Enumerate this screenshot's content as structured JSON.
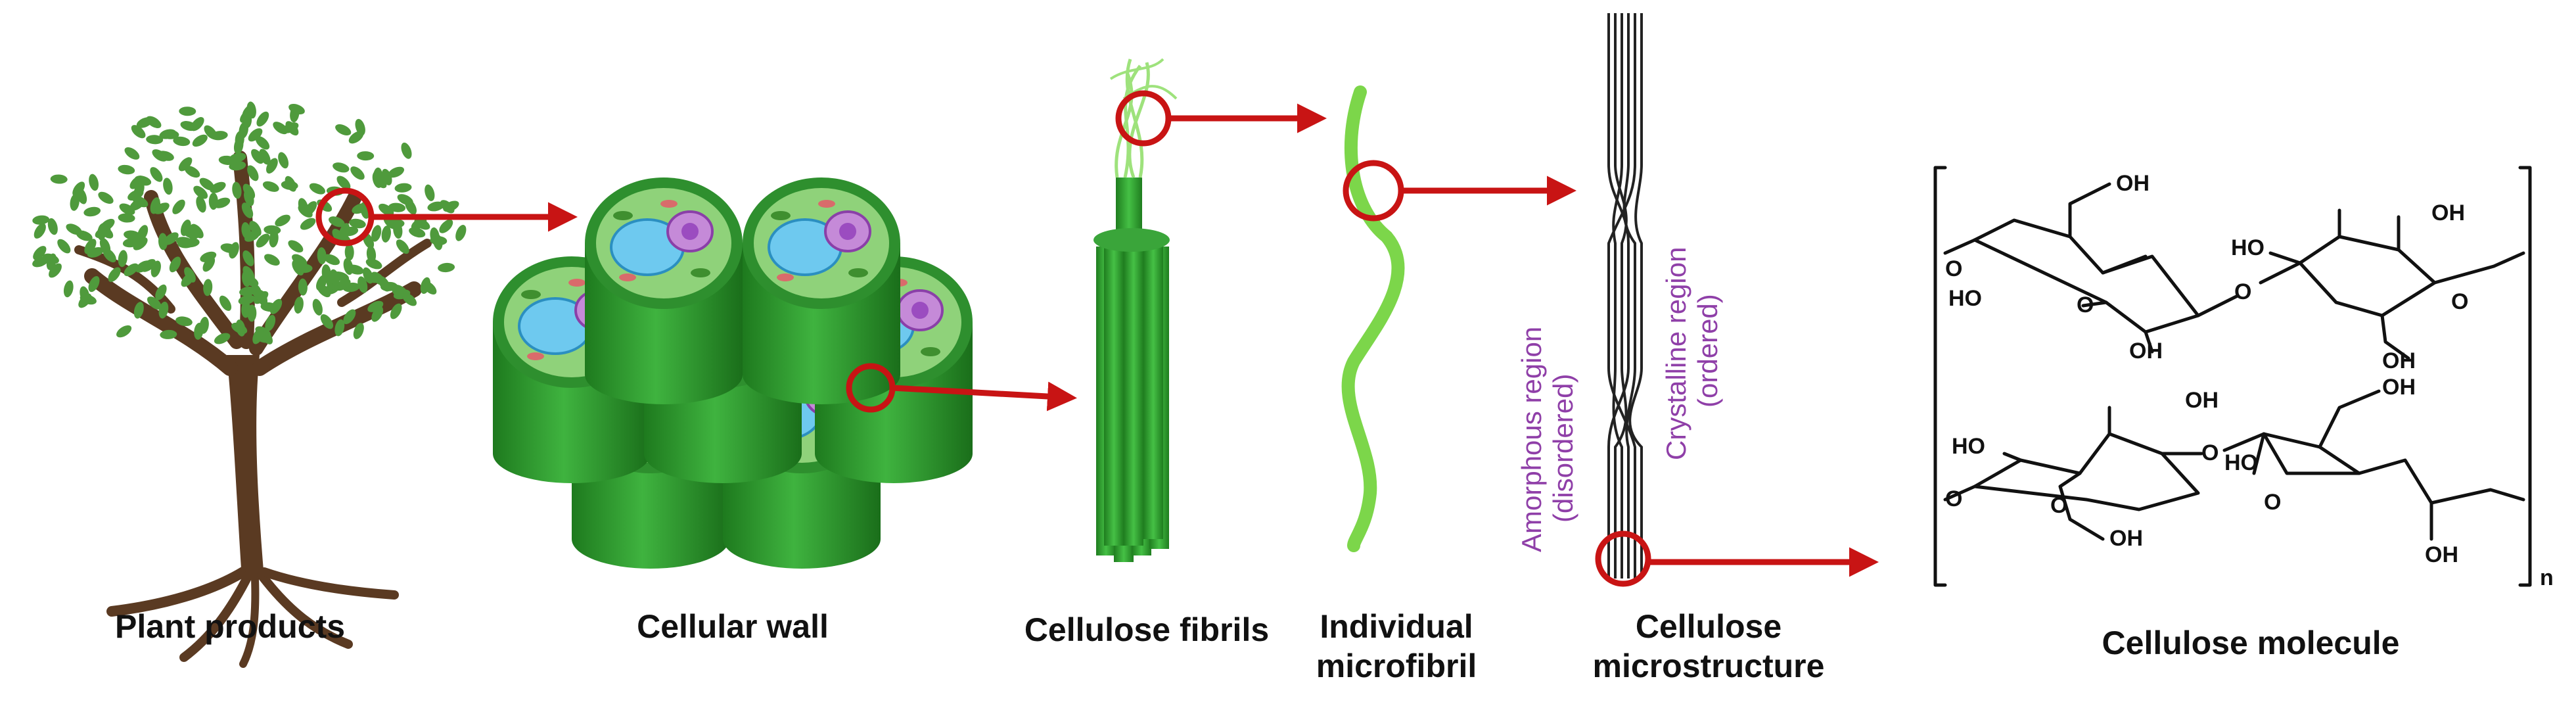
{
  "stages": {
    "plant": "Plant products",
    "wall": "Cellular wall",
    "fibrils": "Cellulose fibrils",
    "microfibril_line1": "Individual",
    "microfibril_line2": "microfibril",
    "micro_line1": "Cellulose",
    "micro_line2": "microstructure",
    "molecule": "Cellulose molecule"
  },
  "regions": {
    "amorphous_line1": "Amorphous region",
    "amorphous_line2": "(disordered)",
    "crystalline_line1": "Crystalline region",
    "crystalline_line2": "(ordered)"
  },
  "chem": {
    "oh": "OH",
    "ho": "HO",
    "o": "O",
    "n": "n"
  },
  "colors": {
    "arrow": "#c81414",
    "leaf": "#4f9a3c",
    "trunk": "#5a3a22",
    "cyl": "#2f9a2f",
    "fibril": "#7cd64a",
    "purple": "#8f3fa8"
  }
}
